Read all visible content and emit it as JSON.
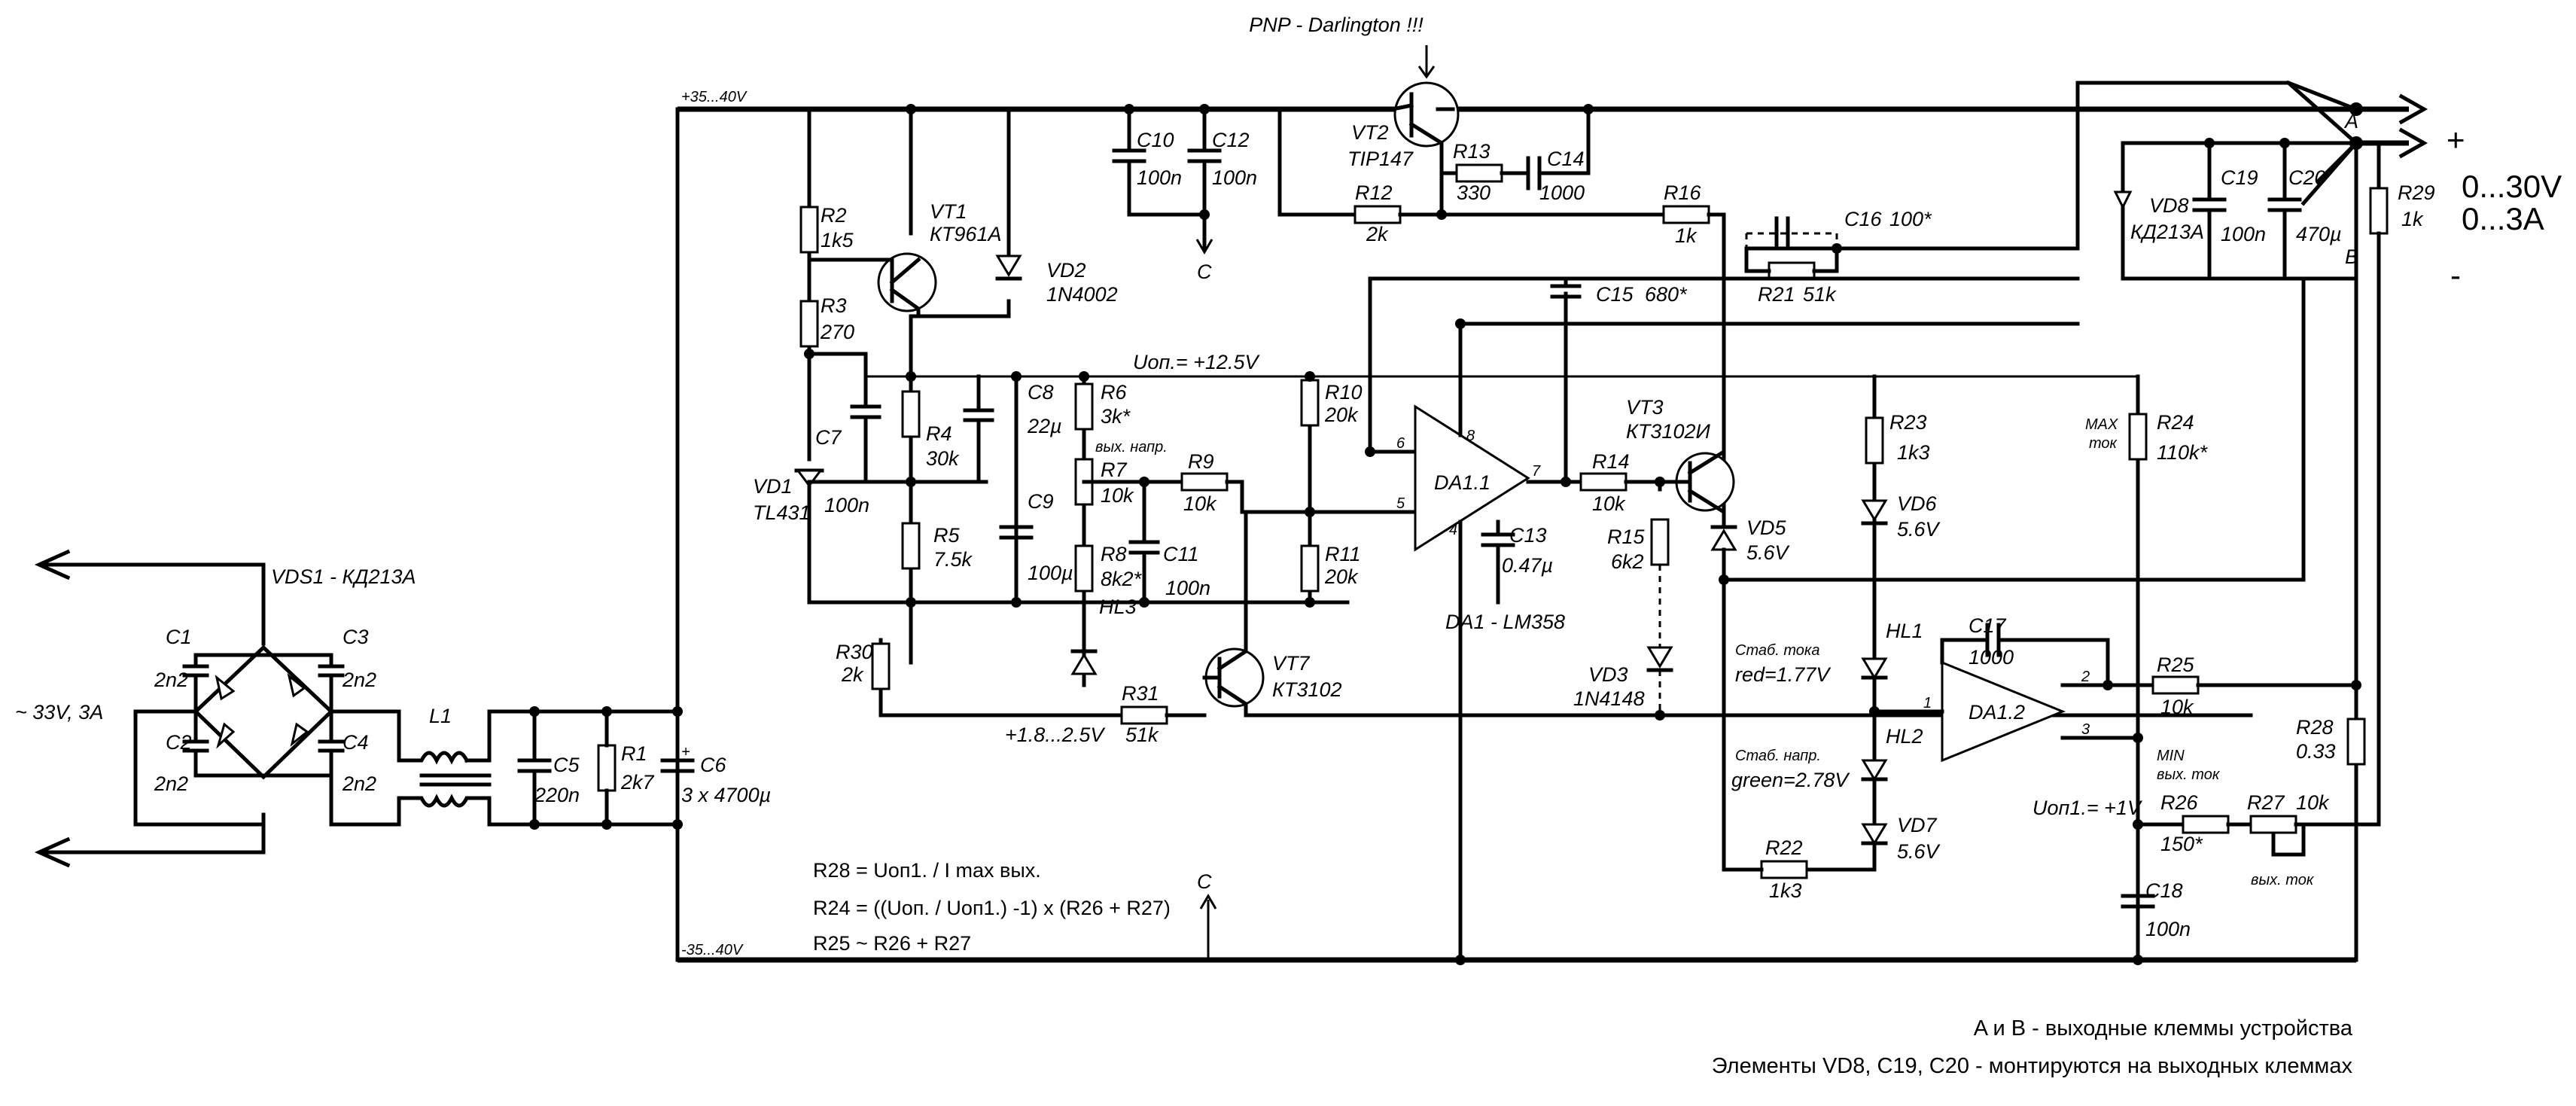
{
  "top_note": "PNP - Darlington !!!",
  "rails": {
    "pos": "+35...40V",
    "neg": "-35...40V",
    "uop": "Uоп.= +12.5V"
  },
  "input": {
    "bridge": "VDS1 - КД213А",
    "ac": "~ 33V, 3A"
  },
  "components": [
    {
      "ref": "C1",
      "val": "2n2"
    },
    {
      "ref": "C2",
      "val": "2n2"
    },
    {
      "ref": "C3",
      "val": "2n2"
    },
    {
      "ref": "C4",
      "val": "2n2"
    },
    {
      "ref": "L1",
      "val": ""
    },
    {
      "ref": "C5",
      "val": "220n"
    },
    {
      "ref": "R1",
      "val": "2k7"
    },
    {
      "ref": "C6",
      "val": "3 x 4700µ"
    },
    {
      "ref": "R2",
      "val": "1k5"
    },
    {
      "ref": "R3",
      "val": "270"
    },
    {
      "ref": "VT1",
      "val": "КТ961А"
    },
    {
      "ref": "VD2",
      "val": "1N4002"
    },
    {
      "ref": "C7",
      "val": "100n"
    },
    {
      "ref": "VD1",
      "val": "TL431"
    },
    {
      "ref": "R4",
      "val": "30k"
    },
    {
      "ref": "R5",
      "val": "7.5k"
    },
    {
      "ref": "C8",
      "val": "22µ"
    },
    {
      "ref": "C9",
      "val": "100µ"
    },
    {
      "ref": "R6",
      "val": "3k*"
    },
    {
      "ref": "R7",
      "val": "10k"
    },
    {
      "ref": "R8",
      "val": "8k2*"
    },
    {
      "ref": "R9",
      "val": "10k"
    },
    {
      "ref": "C11",
      "val": "100n"
    },
    {
      "ref": "C10",
      "val": "100n"
    },
    {
      "ref": "C12",
      "val": "100n"
    },
    {
      "ref": "VT2",
      "val": "TIP147"
    },
    {
      "ref": "R12",
      "val": "2k"
    },
    {
      "ref": "R13",
      "val": "330"
    },
    {
      "ref": "C14",
      "val": "1000"
    },
    {
      "ref": "R16",
      "val": "1k"
    },
    {
      "ref": "C16",
      "val": "100*"
    },
    {
      "ref": "R21",
      "val": "51k"
    },
    {
      "ref": "C15",
      "val": "680*"
    },
    {
      "ref": "R10",
      "val": "20k"
    },
    {
      "ref": "R11",
      "val": "20k"
    },
    {
      "ref": "C13",
      "val": "0.47µ"
    },
    {
      "ref": "R14",
      "val": "10k"
    },
    {
      "ref": "R15",
      "val": "6k2"
    },
    {
      "ref": "VT3",
      "val": "КТ3102И"
    },
    {
      "ref": "VD5",
      "val": "5.6V"
    },
    {
      "ref": "VD3",
      "val": "1N4148"
    },
    {
      "ref": "R23",
      "val": "1k3"
    },
    {
      "ref": "VD6",
      "val": "5.6V"
    },
    {
      "ref": "HL1",
      "val": ""
    },
    {
      "ref": "HL2",
      "val": ""
    },
    {
      "ref": "VD7",
      "val": "5.6V"
    },
    {
      "ref": "R22",
      "val": "1k3"
    },
    {
      "ref": "C17",
      "val": "1000"
    },
    {
      "ref": "R24",
      "val": "110k*"
    },
    {
      "ref": "R25",
      "val": "10k"
    },
    {
      "ref": "R26",
      "val": "150*"
    },
    {
      "ref": "R27",
      "val": "10k"
    },
    {
      "ref": "R28",
      "val": "0.33"
    },
    {
      "ref": "C18",
      "val": "100n"
    },
    {
      "ref": "R29",
      "val": "1k"
    },
    {
      "ref": "VD8",
      "val": "КД213А"
    },
    {
      "ref": "C19",
      "val": "100n"
    },
    {
      "ref": "C20",
      "val": "470µ"
    },
    {
      "ref": "R30",
      "val": "2k"
    },
    {
      "ref": "R31",
      "val": "51k"
    },
    {
      "ref": "HL3",
      "val": ""
    },
    {
      "ref": "VT7",
      "val": "КТ3102"
    }
  ],
  "opamps": {
    "da11": "DA1.1",
    "da12": "DA1.2",
    "da1_type": "DA1 - LM358"
  },
  "pins": {
    "p1": "1",
    "p2": "2",
    "p3": "3",
    "p4": "4",
    "p5": "5",
    "p6": "6",
    "p7": "7",
    "p8": "8"
  },
  "labels": {
    "c": "C",
    "out_volt_label": "вых. напр.",
    "max_current": "MAX",
    "max_current2": "ток",
    "min_current": "MIN",
    "min_current2": "вых. ток",
    "out_current": "вых. ток",
    "hl3_volt": "+1.8...2.5V",
    "uop1": "Uоп1.= +1V",
    "stab_current": "Стаб. тока",
    "red": "red=1.77V",
    "stab_volt": "Стаб. напр.",
    "green": "green=2.78V"
  },
  "output": {
    "a": "A",
    "b": "B",
    "plus": "+",
    "minus": "-",
    "voltage": "0...30V",
    "current": "0...3A"
  },
  "formulas": [
    "R28 = Uоп1. / I max вых.",
    "R24 = ((Uоп. / Uоп1.) -1) x (R26 + R27)",
    "R25 ~  R26 + R27"
  ],
  "footnotes": [
    "A и B - выходные клеммы устройства",
    "Элементы VD8, C19, C20 - монтируются на выходных клеммах"
  ]
}
